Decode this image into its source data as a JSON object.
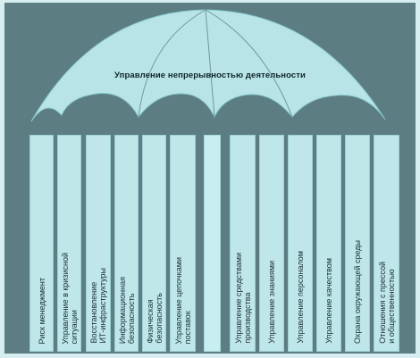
{
  "title": "Управление непрерывностью деятельности",
  "colors": {
    "panel": "#5c7d82",
    "canopy": "#b8e4e7",
    "column": "#bfe7ea",
    "text": "#1a3035"
  },
  "left_columns": [
    "Риск менеджмент",
    "Управление в кризисной\nситуации",
    "Восстановление\nИТ-инфраструктуры",
    "Информационная\nбезопасность",
    "Физическая\nбезопасность",
    "Управление цепочками\nпоставок"
  ],
  "right_columns": [
    "Управление средствами\nпроизводства",
    "Управление знаниями",
    "Управление персоналом",
    "Управление качеством",
    "Охрана окружающей среды",
    "Отношения с прессой\nи общественностью"
  ]
}
